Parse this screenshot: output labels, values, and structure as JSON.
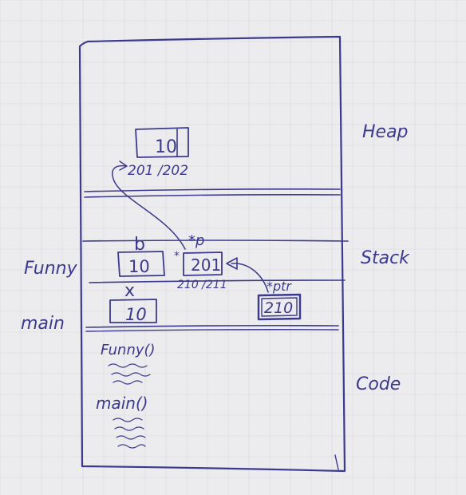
{
  "sections": {
    "heap": "Heap",
    "stack": "Stack",
    "code": "Code"
  },
  "frames": {
    "funny": "Funny",
    "main": "main"
  },
  "heap_block": {
    "value": "10",
    "address": "201 /202"
  },
  "stack_vars": {
    "b": {
      "name": "b",
      "value": "10"
    },
    "p": {
      "name": "*p",
      "value": "201",
      "address": "210 /211"
    },
    "x": {
      "name": "x",
      "value": "10"
    },
    "ptr": {
      "name": "*ptr",
      "value": "210"
    }
  },
  "code_items": [
    "Funny()",
    "main()"
  ],
  "colors": {
    "ink": "#3b3a8e",
    "paper": "#ecebed",
    "grid": "#d9d8dc"
  }
}
